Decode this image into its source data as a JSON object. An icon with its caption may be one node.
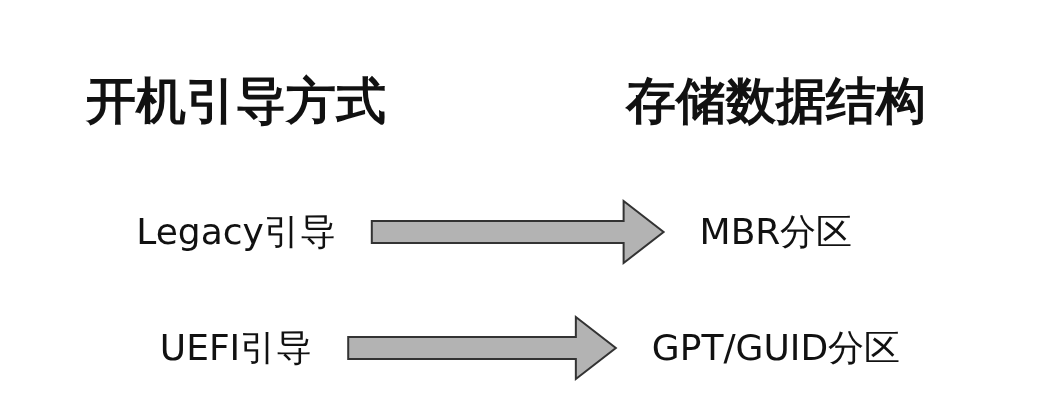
{
  "diagram": {
    "nodes": [
      {
        "text": [
          "Legacy引导"
        ]
      },
      {
        "text": [
          "MBR分区"
        ]
      },
      {
        "text": [
          "UEFI引导"
        ]
      },
      {
        "text": [
          "GPT/GUID分区"
        ]
      }
    ],
    "edges": [
      {
        "from": 0,
        "to": 1,
        "arrow": "to"
      },
      {
        "from": 2,
        "to": 3,
        "arrow": "to"
      }
    ],
    "labels": [
      "开机引导方式",
      "存储数据结构"
    ]
  }
}
